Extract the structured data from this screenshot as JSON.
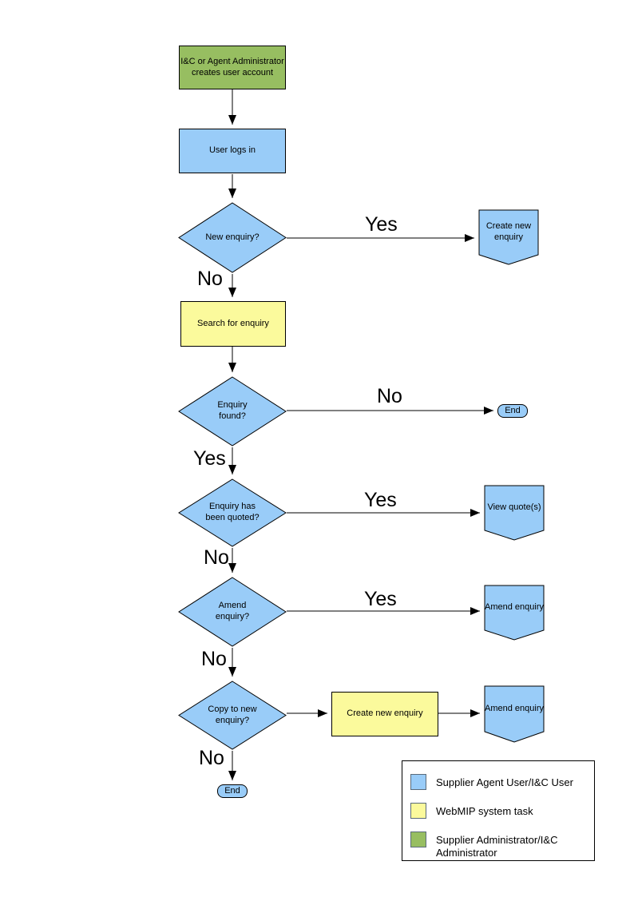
{
  "colors": {
    "user": "#99CCF8",
    "system": "#FBFA9C",
    "admin": "#97BE61",
    "line": "#000000"
  },
  "nodes": {
    "admin_creates_account": {
      "label": "I&C or Agent Administrator creates user account"
    },
    "user_logs_in": {
      "label": "User logs in"
    },
    "new_enquiry": {
      "label": "New enquiry?"
    },
    "create_new_enquiry_ref": {
      "label": "Create new enquiry"
    },
    "search_for_enquiry": {
      "label": "Search for enquiry"
    },
    "enquiry_found": {
      "label": "Enquiry found?"
    },
    "end_1": {
      "label": "End"
    },
    "enquiry_quoted": {
      "label": "Enquiry has been quoted?"
    },
    "view_quotes": {
      "label": "View quote(s)"
    },
    "amend_enquiry_decision": {
      "label": "Amend enquiry?"
    },
    "amend_enquiry_ref_1": {
      "label": "Amend enquiry"
    },
    "copy_to_new_enquiry": {
      "label": "Copy to new enquiry?"
    },
    "create_new_enquiry_task": {
      "label": "Create new enquiry"
    },
    "amend_enquiry_ref_2": {
      "label": "Amend enquiry"
    },
    "end_2": {
      "label": "End"
    }
  },
  "edge_labels": {
    "new_enquiry_yes": "Yes",
    "new_enquiry_no": "No",
    "enquiry_found_no": "No",
    "enquiry_found_yes": "Yes",
    "quoted_yes": "Yes",
    "quoted_no": "No",
    "amend_yes": "Yes",
    "amend_no": "No",
    "copy_no": "No"
  },
  "legend": {
    "items": [
      {
        "color_key": "user",
        "label": "Supplier Agent User/I&C User"
      },
      {
        "color_key": "system",
        "label": "WebMIP system task"
      },
      {
        "color_key": "admin",
        "label": "Supplier Administrator/I&C Administrator"
      }
    ]
  }
}
